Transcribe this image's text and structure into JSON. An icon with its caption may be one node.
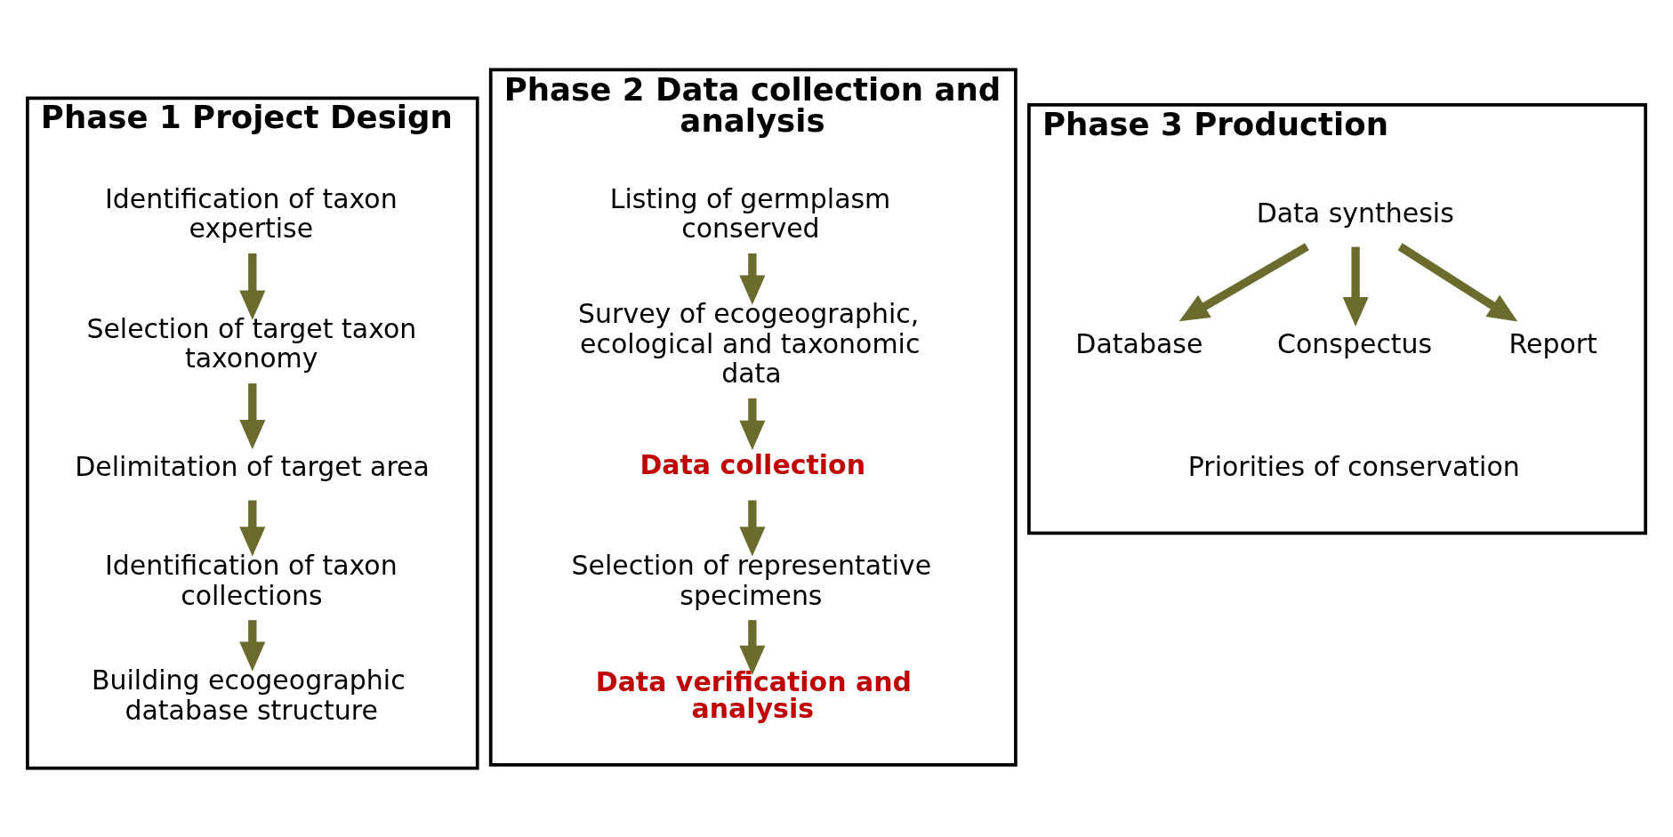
{
  "diagram": {
    "nodes": [
      {
        "text": [
          "Phase 1 Project Design"
        ]
      },
      {
        "text": [
          "Identification of taxon expertise"
        ],
        "in": 0
      },
      {
        "text": [
          "Selection of target taxon taxonomy"
        ],
        "in": 0
      },
      {
        "text": [
          "Delimitation of target area"
        ],
        "in": 0
      },
      {
        "text": [
          "Identification of taxon collections"
        ],
        "in": 0
      },
      {
        "text": [
          "Building ecogeographic database structure"
        ],
        "in": 0
      },
      {
        "text": [
          "Phase 2 Data collection and analysis"
        ]
      },
      {
        "text": [
          "Listing of germplasm conserved"
        ],
        "in": 6
      },
      {
        "text": [
          "Survey of ecogeographic, ecological and taxonomic data"
        ],
        "in": 6
      },
      {
        "text": [
          "Data collection"
        ],
        "in": 6
      },
      {
        "text": [
          "Selection of representative specimens"
        ],
        "in": 6
      },
      {
        "text": [
          "Data verification and analysis"
        ],
        "in": 6
      },
      {
        "text": [
          "Phase 3 Production"
        ]
      },
      {
        "text": [
          "Data synthesis"
        ],
        "in": 12
      },
      {
        "text": [
          "Database"
        ],
        "in": 12
      },
      {
        "text": [
          "Conspectus"
        ],
        "in": 12
      },
      {
        "text": [
          "Report"
        ],
        "in": 12
      },
      {
        "text": [
          "Priorities of conservation"
        ],
        "in": 12
      }
    ],
    "edges": [
      {
        "from": 1,
        "to": 2,
        "arrow": "to"
      },
      {
        "from": 2,
        "to": 3,
        "arrow": "to"
      },
      {
        "from": 3,
        "to": 4,
        "arrow": "to"
      },
      {
        "from": 4,
        "to": 5,
        "arrow": "to"
      },
      {
        "from": 7,
        "to": 8,
        "arrow": "to"
      },
      {
        "from": 8,
        "to": 9,
        "arrow": "to"
      },
      {
        "from": 9,
        "to": 10,
        "arrow": "to"
      },
      {
        "from": 10,
        "to": 11,
        "arrow": "to"
      },
      {
        "from": 13,
        "to": 14,
        "arrow": "to"
      },
      {
        "from": 13,
        "to": 15,
        "arrow": "to"
      },
      {
        "from": 13,
        "to": 16,
        "arrow": "to"
      }
    ]
  }
}
